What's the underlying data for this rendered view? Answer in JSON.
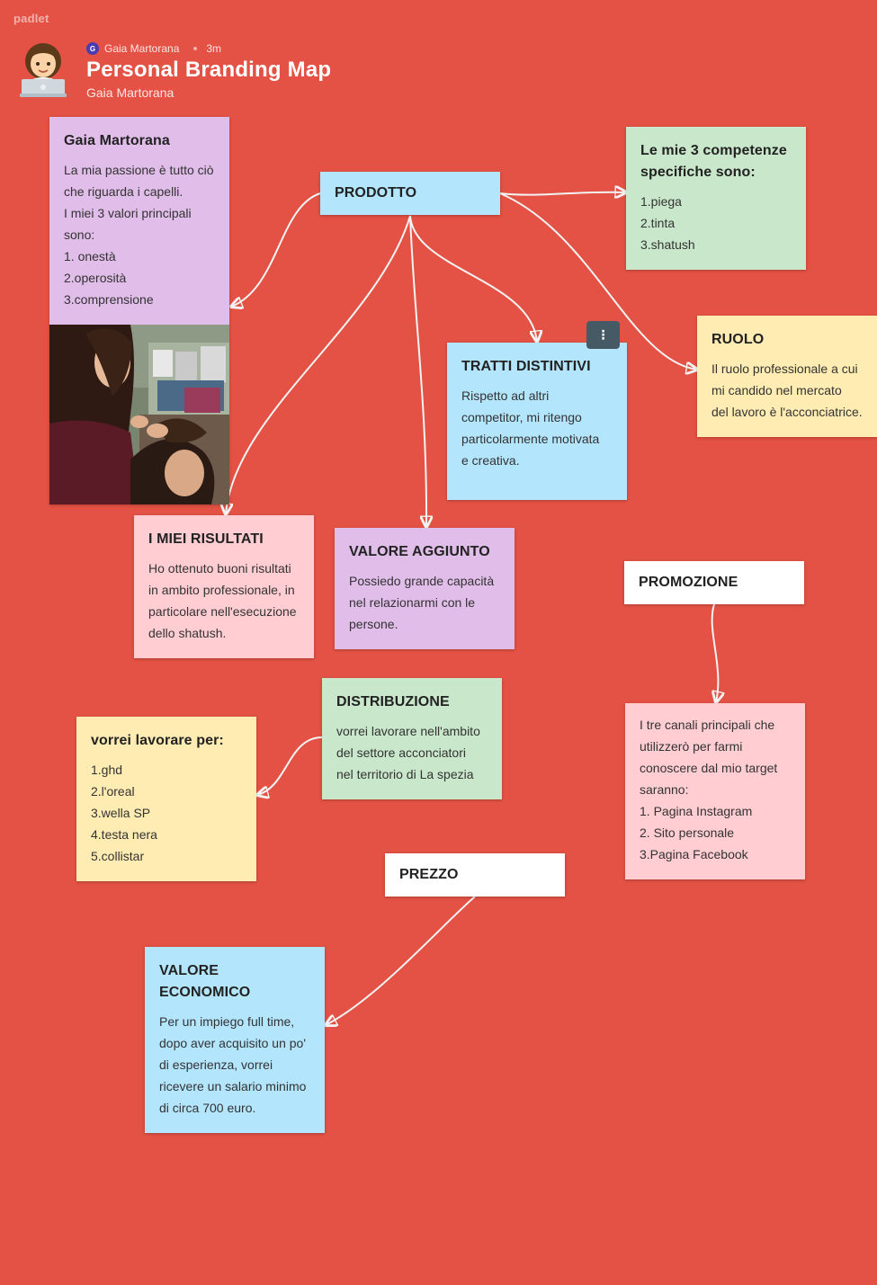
{
  "app": {
    "brand": "padlet"
  },
  "header": {
    "author_initial": "G",
    "author_name": "Gaia Martorana",
    "time_ago": "3m",
    "title": "Personal Branding Map",
    "subtitle": "Gaia Martorana"
  },
  "icons": {
    "avatar": "woman-laptop-emoji-icon",
    "menu": "more-vertical-icon"
  },
  "colors": {
    "background": "#e35244",
    "purple": "#e1bde9",
    "blue": "#b3e5fc",
    "green": "#c9e7ca",
    "yellow": "#ffecb3",
    "pink": "#ffcdd2",
    "white": "#ffffff"
  },
  "cards": {
    "gaia": {
      "title": "Gaia Martorana",
      "lines": [
        "La mia passione è tutto ciò",
        "che riguarda i capelli.",
        "I miei 3 valori principali",
        "sono:",
        "1. onestà",
        "2.operosità",
        "3.comprensione"
      ]
    },
    "prodotto": {
      "title": "PRODOTTO"
    },
    "competenze": {
      "title_lines": [
        "Le mie 3 competenze",
        "specifiche sono:"
      ],
      "lines": [
        "1.piega",
        "2.tinta",
        "3.shatush"
      ]
    },
    "ruolo": {
      "title": "RUOLO",
      "lines": [
        "Il ruolo professionale a cui",
        "mi candido nel mercato",
        "del lavoro è l'acconciatrice."
      ]
    },
    "tratti": {
      "title": "TRATTI DISTINTIVI",
      "lines": [
        "Rispetto ad altri",
        "competitor, mi ritengo",
        "particolarmente motivata",
        "e creativa."
      ]
    },
    "risultati": {
      "title": "I MIEI RISULTATI",
      "lines": [
        "Ho ottenuto buoni risultati",
        "in ambito professionale, in",
        "particolare nell'esecuzione",
        "dello shatush."
      ]
    },
    "valore_aggiunto": {
      "title": "VALORE AGGIUNTO",
      "lines": [
        "Possiedo grande capacità",
        "nel relazionarmi con le",
        "persone."
      ]
    },
    "promozione": {
      "title": "PROMOZIONE"
    },
    "distribuzione": {
      "title": "DISTRIBUZIONE",
      "lines": [
        "vorrei lavorare nell'ambito",
        "del settore acconciatori",
        "nel territorio di La spezia"
      ]
    },
    "lavorare": {
      "title": "vorrei lavorare per:",
      "lines": [
        "1.ghd",
        "2.l'oreal",
        "3.wella SP",
        "4.testa nera",
        "5.collistar"
      ]
    },
    "canali": {
      "lines": [
        "I tre canali principali che",
        "utilizzerò per farmi",
        "conoscere dal mio target",
        "saranno:",
        "1. Pagina Instagram",
        "2. Sito personale",
        "3.Pagina Facebook"
      ]
    },
    "prezzo": {
      "title": "PREZZO"
    },
    "valore_economico": {
      "title": "VALORE ECONOMICO",
      "lines": [
        "Per un impiego full time,",
        "dopo aver acquisito un po'",
        "di esperienza, vorrei",
        "ricevere un salario minimo",
        "di circa 700 euro."
      ]
    }
  }
}
